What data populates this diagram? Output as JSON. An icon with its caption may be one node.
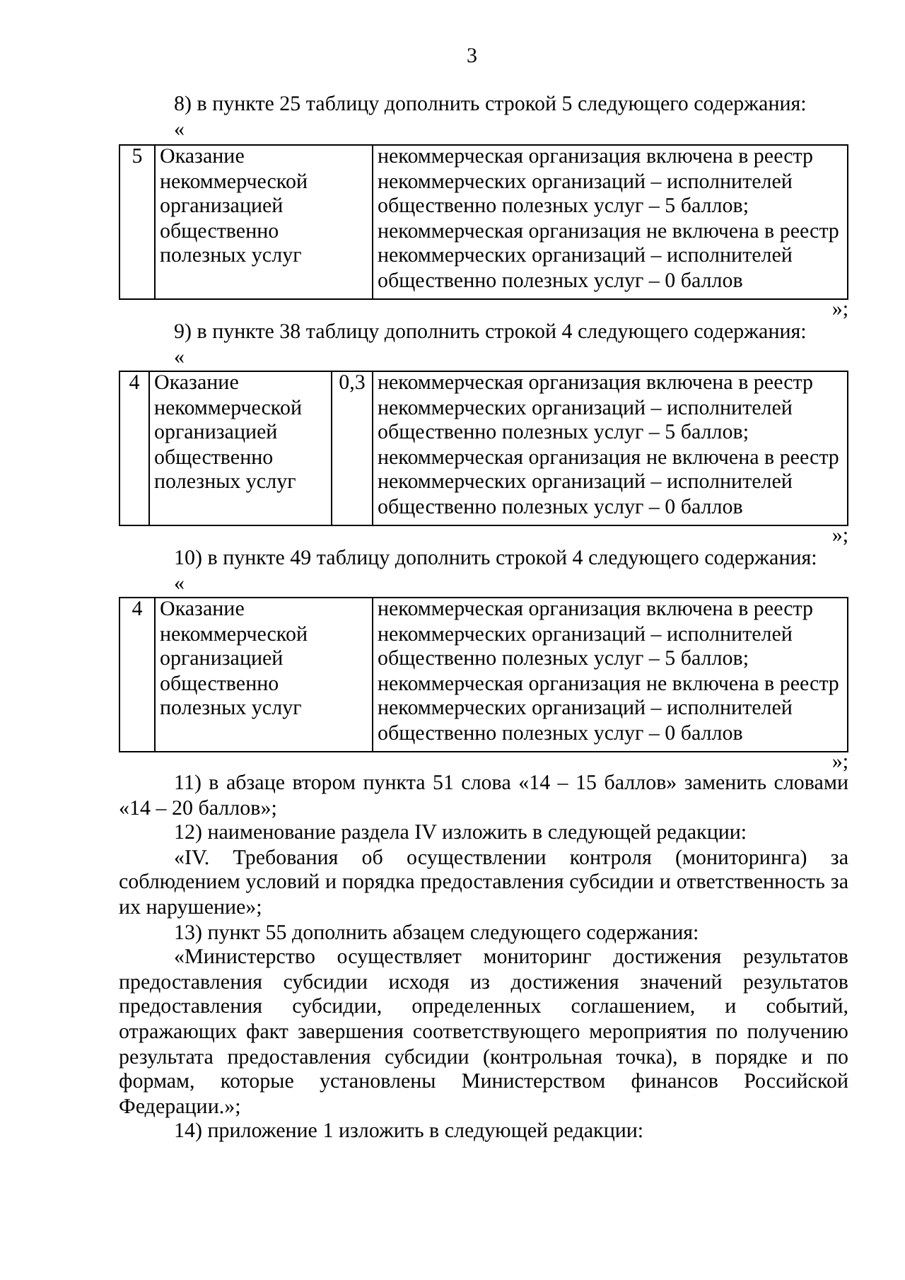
{
  "diagram": {
    "labels": [
      "3",
      "8) в пункте 25 таблицу дополнить строкой 5 следующего содержания:",
      "«",
      "5",
      "Оказание некоммерческой организацией общественно полезных услуг",
      "некоммерческая организация включена в реестр некоммерческих организаций – исполнителей общественно полезных услуг – 5 баллов;",
      "некоммерческая организация не включена в реестр некоммерческих организаций – исполнителей общественно полезных услуг – 0 баллов",
      "»;",
      "9) в пункте 38 таблицу дополнить строкой 4 следующего содержания:",
      "«",
      "4",
      "Оказание некоммерческой организацией общественно полезных услуг",
      "0,3",
      "некоммерческая организация включена в реестр некоммерческих организаций – исполнителей общественно полезных услуг – 5 баллов;",
      "некоммерческая организация не включена в реестр некоммерческих организаций – исполнителей общественно полезных услуг – 0 баллов",
      "»;",
      "10) в пункте 49 таблицу дополнить строкой 4 следующего содержания:",
      "«",
      "4",
      "Оказание некоммерческой организацией общественно полезных услуг",
      "некоммерческая организация включена в реестр некоммерческих организаций – исполнителей общественно полезных услуг – 5 баллов;",
      "некоммерческая организация не включена в реестр некоммерческих организаций – исполнителей общественно полезных услуг – 0 баллов",
      "»;",
      "11) в абзаце втором пункта 51 слова «14 – 15 баллов» заменить словами «14 – 20 баллов»;",
      "12) наименование раздела IV изложить в следующей редакции:",
      "«IV. Требования об осуществлении контроля (мониторинга) за соблюдением условий и порядка предоставления субсидии и ответственность за их нарушение»;",
      "13) пункт 55 дополнить абзацем следующего содержания:",
      "«Министерство осуществляет мониторинг достижения результатов предоставления субсидии исходя из достижения значений результатов предоставления субсидии, определенных соглашением, и событий, отражающих факт завершения соответствующего мероприятия по получению результата предоставления субсидии (контрольная точка), в порядке и по формам, которые установлены Министерством финансов Российской Федерации.»;",
      "14) приложение 1 изложить в следующей редакции:"
    ]
  }
}
